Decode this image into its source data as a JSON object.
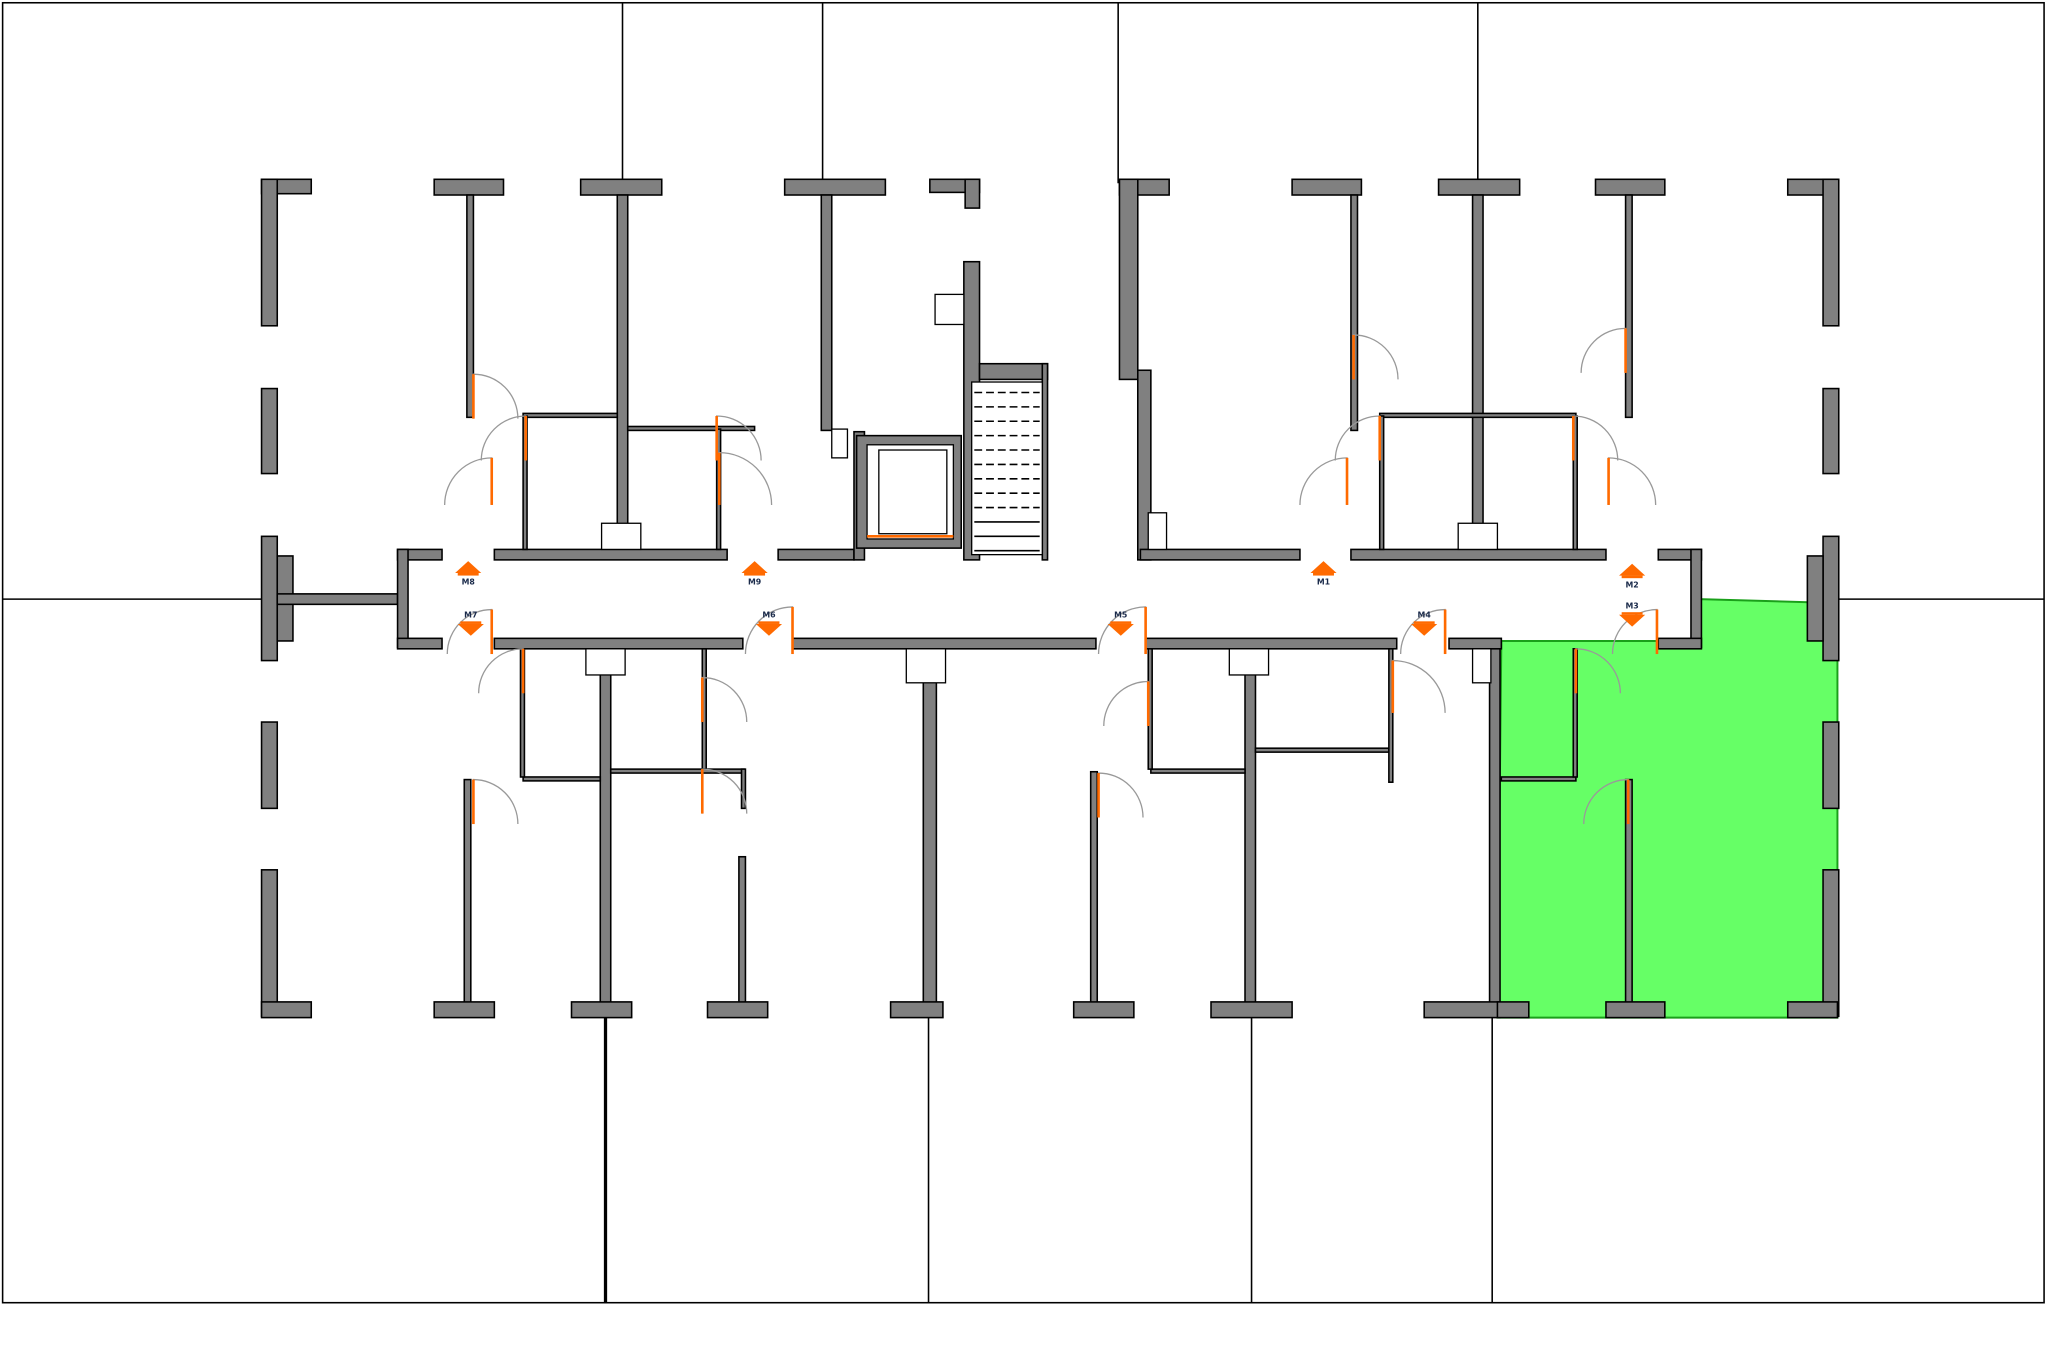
{
  "plan": {
    "markers": [
      {
        "label": "M1",
        "direction": "up"
      },
      {
        "label": "M2",
        "direction": "up"
      },
      {
        "label": "M3",
        "direction": "down"
      },
      {
        "label": "M4",
        "direction": "down"
      },
      {
        "label": "M5",
        "direction": "down"
      },
      {
        "label": "M6",
        "direction": "down"
      },
      {
        "label": "M7",
        "direction": "down"
      },
      {
        "label": "M8",
        "direction": "up"
      },
      {
        "label": "M9",
        "direction": "up"
      }
    ],
    "colors": {
      "wall": "#808080",
      "door": "#ff6a00",
      "marker": "#ff6a00",
      "highlight": "#33ff33"
    },
    "highlighted_zone": "selected-apartment"
  }
}
